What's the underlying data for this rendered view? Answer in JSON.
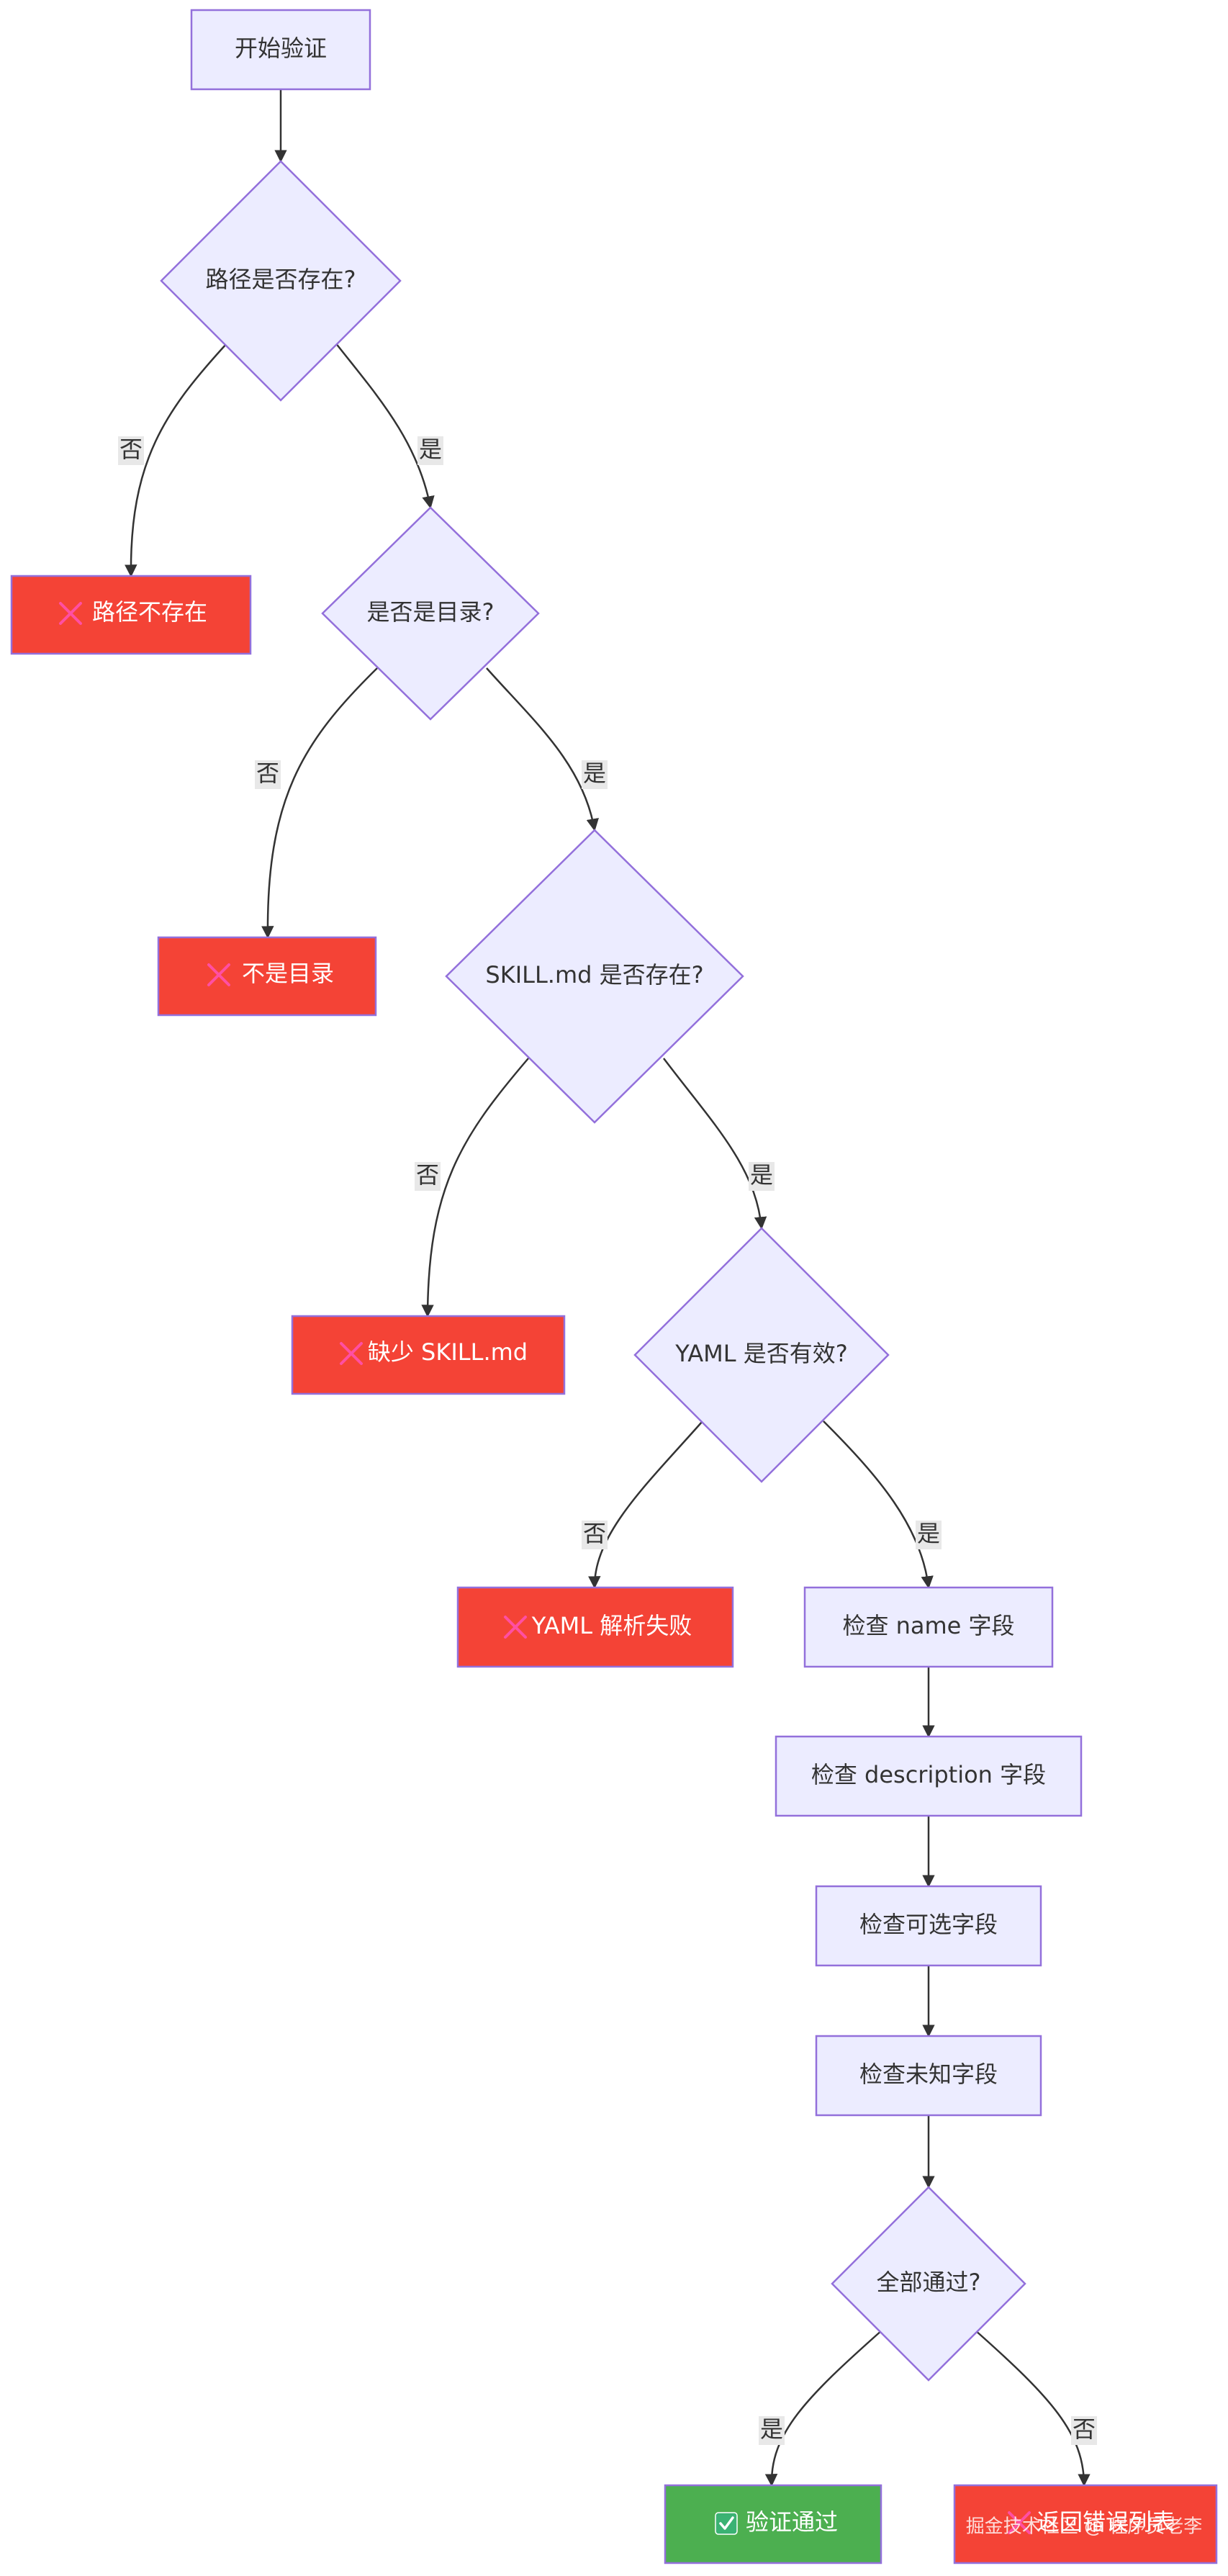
{
  "nodes": {
    "start": "开始验证",
    "path_exists": "路径是否存在?",
    "err_path": "路径不存在",
    "is_dir": "是否是目录?",
    "err_dir": "不是目录",
    "skill_exists": "SKILL.md 是否存在?",
    "err_skill": "缺少 SKILL.md",
    "yaml_valid": "YAML 是否有效?",
    "err_yaml": "YAML 解析失败",
    "check_name": "检查 name 字段",
    "check_desc": "检查 description 字段",
    "check_optional": "检查可选字段",
    "check_unknown": "检查未知字段",
    "all_pass": "全部通过?",
    "pass": "验证通过",
    "err_list": "返回错误列表"
  },
  "edges": {
    "yes": "是",
    "no": "否"
  },
  "watermark": "掘金技术社区 @ 程序员老李",
  "colors": {
    "node_fill": "#ECECFF",
    "node_stroke": "#9370DB",
    "error_fill": "#F44336",
    "success_fill": "#4CAF50",
    "edge": "#333333"
  },
  "icons": {
    "error": "cross-icon",
    "success": "check-icon"
  }
}
